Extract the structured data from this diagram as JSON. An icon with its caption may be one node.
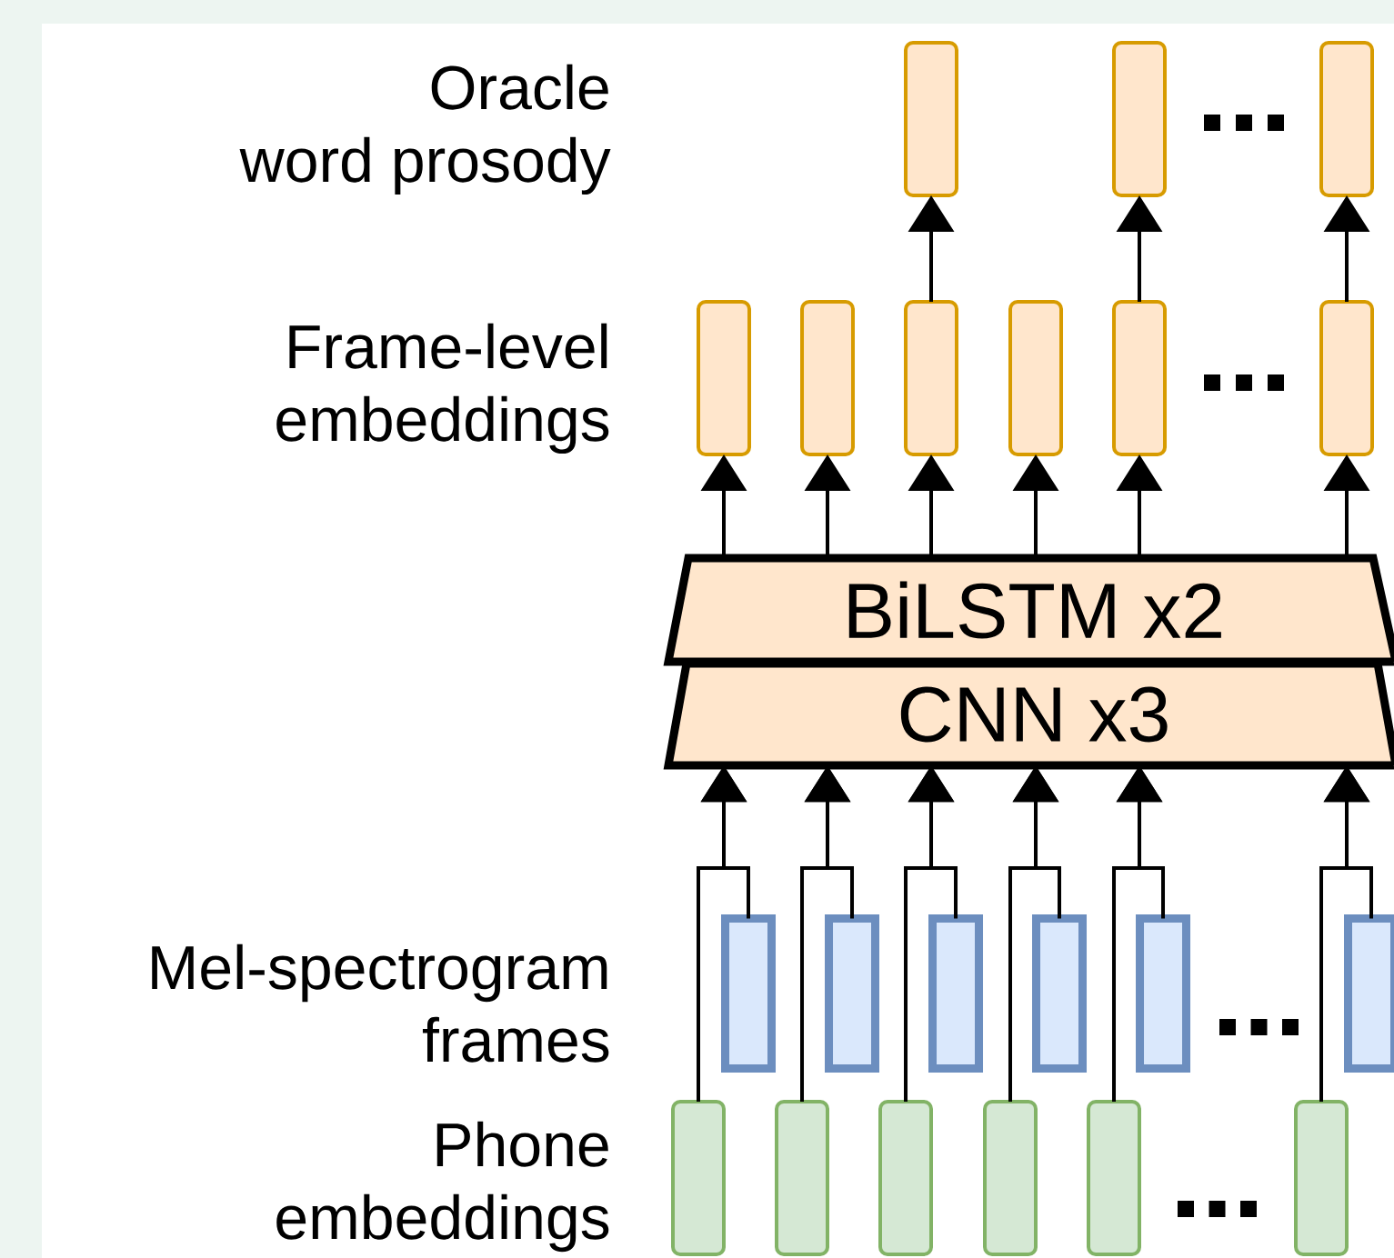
{
  "diagram": {
    "nodes": [
      {
        "text": [],
        "shape": "box"
      },
      {
        "text": [],
        "shape": "box"
      },
      {
        "text": [],
        "shape": "box"
      },
      {
        "text": [],
        "shape": "box"
      },
      {
        "text": [],
        "shape": "box"
      },
      {
        "text": [],
        "shape": "box"
      },
      {
        "text": [],
        "shape": "box"
      },
      {
        "text": [],
        "shape": "box"
      },
      {
        "text": [],
        "shape": "box"
      },
      {
        "text": [
          "BiLSTM x2"
        ]
      },
      {
        "text": [
          "CNN x3"
        ]
      },
      {
        "text": [],
        "shape": "box"
      },
      {
        "text": [],
        "shape": "box"
      },
      {
        "text": [],
        "shape": "box"
      },
      {
        "text": [],
        "shape": "box"
      },
      {
        "text": [],
        "shape": "box"
      },
      {
        "text": [],
        "shape": "box"
      },
      {
        "text": [],
        "shape": "box"
      },
      {
        "text": [],
        "shape": "box"
      },
      {
        "text": [],
        "shape": "box"
      },
      {
        "text": [],
        "shape": "box"
      },
      {
        "text": [],
        "shape": "box"
      },
      {
        "text": [],
        "shape": "box"
      }
    ],
    "edges": [
      {
        "from": 5,
        "to": 0,
        "arrow": "to"
      },
      {
        "from": 7,
        "to": 1,
        "arrow": "to"
      },
      {
        "from": 8,
        "to": 2,
        "arrow": "to"
      },
      {
        "from": 9,
        "to": 3,
        "arrow": "to"
      },
      {
        "from": 9,
        "to": 4,
        "arrow": "to"
      },
      {
        "from": 9,
        "to": 5,
        "arrow": "to"
      },
      {
        "from": 9,
        "to": 6,
        "arrow": "to"
      },
      {
        "from": 9,
        "to": 7,
        "arrow": "to"
      },
      {
        "from": 9,
        "to": 8,
        "arrow": "to"
      },
      {
        "from": 17,
        "to": 10,
        "arrow": "to"
      },
      {
        "from": 11,
        "to": 10,
        "arrow": "to"
      },
      {
        "from": 18,
        "to": 10,
        "arrow": "to"
      },
      {
        "from": 12,
        "to": 10,
        "arrow": "to"
      },
      {
        "from": 19,
        "to": 10,
        "arrow": "to"
      },
      {
        "from": 13,
        "to": 10,
        "arrow": "to"
      },
      {
        "from": 20,
        "to": 10,
        "arrow": "to"
      },
      {
        "from": 14,
        "to": 10,
        "arrow": "to"
      },
      {
        "from": 21,
        "to": 10,
        "arrow": "to"
      },
      {
        "from": 15,
        "to": 10,
        "arrow": "to"
      },
      {
        "from": 22,
        "to": 10,
        "arrow": "to"
      },
      {
        "from": 16,
        "to": 10,
        "arrow": "to"
      }
    ],
    "labels": [
      "Oracle word prosody",
      "Frame-level embeddings",
      "Mel-spectrogram frames",
      "Phone embeddings"
    ]
  }
}
